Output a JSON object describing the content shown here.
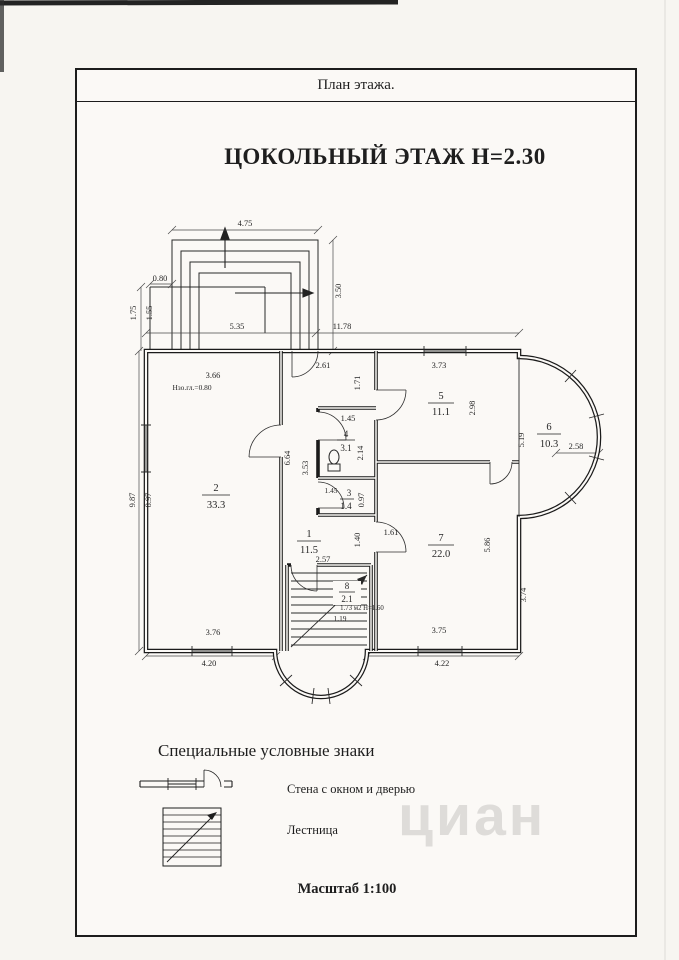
{
  "header": {
    "title": "План этажа."
  },
  "plan": {
    "title": "ЦОКОЛЬНЫЙ ЭТАЖ  Н=2.30"
  },
  "rooms": [
    {
      "num": "1",
      "area": "11.5"
    },
    {
      "num": "2",
      "area": "33.3"
    },
    {
      "num": "3",
      "area": "1.4"
    },
    {
      "num": "4",
      "area": "3.1"
    },
    {
      "num": "5",
      "area": "11.1"
    },
    {
      "num": "6",
      "area": "10.3"
    },
    {
      "num": "7",
      "area": "22.0"
    },
    {
      "num": "8",
      "area": "2.1"
    }
  ],
  "dims": {
    "d475": "4.75",
    "d350": "3.50",
    "d080": "0.80",
    "d175": "1.75",
    "d155": "1.55",
    "d535": "5.35",
    "d1178": "11.78",
    "d366": "3.66",
    "d261": "2.61",
    "d171": "1.71",
    "d373": "3.73",
    "d298": "2.98",
    "d519": "5.19",
    "d258": "2.58",
    "d145a": "1.45",
    "d214": "2.14",
    "d664": "6.64",
    "d353": "3.53",
    "d145b": "1.45",
    "d097": "0.97",
    "d987": "9.87",
    "d897": "8.97",
    "d140": "1.40",
    "d161": "1.61",
    "d586": "5.86",
    "d257": "2.57",
    "d374": "3.74",
    "d119": "1.19",
    "d376": "3.76",
    "d375": "3.75",
    "d420": "4.20",
    "d422": "4.22"
  },
  "notes": {
    "ground": "Нзо.гл.=0.80",
    "stair": "1.73 м2 Н=1.60"
  },
  "legend": {
    "title": "Специальные условные знаки",
    "wall_label": "Стена с окном и дверью",
    "stair_label": "Лестница",
    "scale": "Масштаб 1:100"
  },
  "watermark": {
    "text": "циан"
  }
}
